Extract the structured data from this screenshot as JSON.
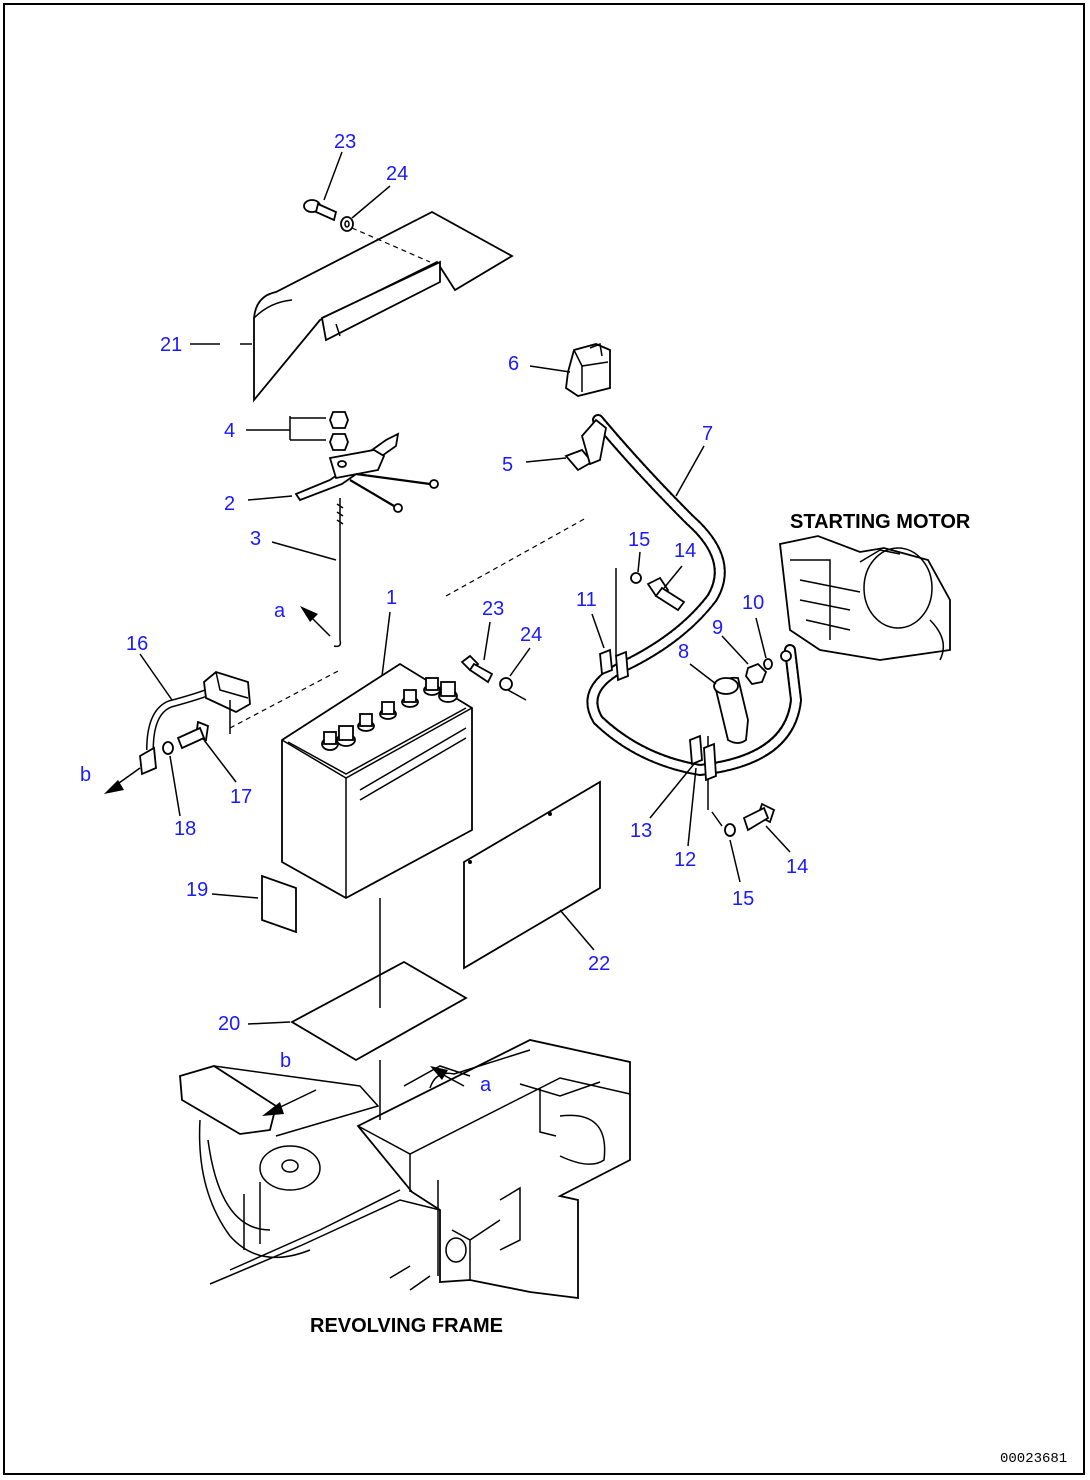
{
  "labels": {
    "starting_motor": "STARTING MOTOR",
    "revolving_frame": "REVOLVING FRAME",
    "drawing_code": "00023681"
  },
  "callouts": {
    "c1": "1",
    "c2": "2",
    "c3": "3",
    "c4": "4",
    "c5": "5",
    "c6": "6",
    "c7": "7",
    "c8": "8",
    "c9": "9",
    "c10": "10",
    "c11": "11",
    "c12": "12",
    "c13": "13",
    "c14a": "14",
    "c14b": "14",
    "c15a": "15",
    "c15b": "15",
    "c16": "16",
    "c17": "17",
    "c18": "18",
    "c19": "19",
    "c20": "20",
    "c21": "21",
    "c22": "22",
    "c23a": "23",
    "c23b": "23",
    "c24a": "24",
    "c24b": "24"
  },
  "refs": {
    "a_top": "a",
    "b_top": "b",
    "a_bottom": "a",
    "b_bottom": "b"
  },
  "colors": {
    "callout": "#1a1aff",
    "line": "#000000",
    "background": "#ffffff"
  }
}
